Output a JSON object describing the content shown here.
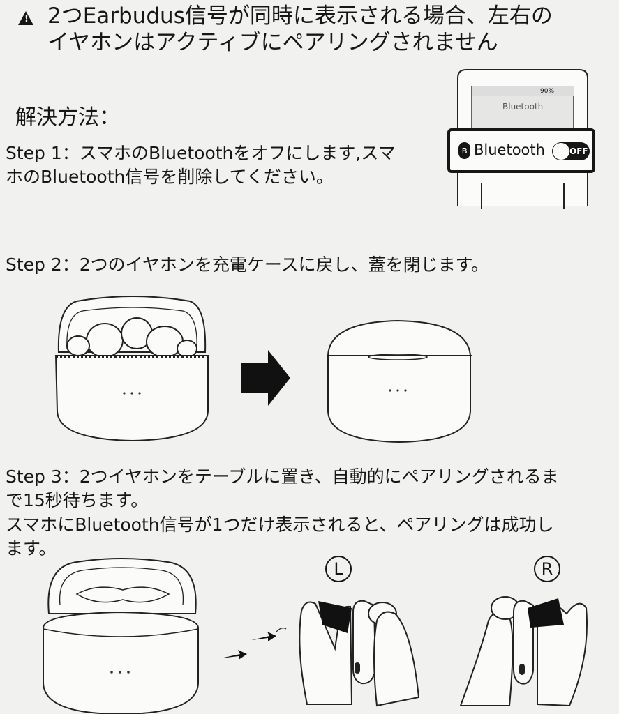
{
  "warning": {
    "line1": "2つEarbudus信号が同時に表示される場合、左右の",
    "line2": "イヤホンはアクティブにペアリングされません"
  },
  "solution_title": "解決方法：",
  "step1": {
    "line1": "Step 1：スマホのBluetoothをオフにします,スマ",
    "line2": "ホのBluetooth信号を削除してください。"
  },
  "phone": {
    "status_battery": "90%",
    "screen_title": "Bluetooth",
    "toggle_label": "Bluetooth",
    "toggle_state": "OFF"
  },
  "step2": {
    "line1": "Step 2：2つのイヤホンを充電ケースに戻し、蓋を閉じます。"
  },
  "step3": {
    "line1": "Step 3：2つイヤホンをテーブルに置き、自動的にペアリングされるま",
    "line2": "で15秒待ちます。",
    "line3": "スマホにBluetooth信号が1つだけ表示されると、ペアリングは成功し",
    "line4": "ます。"
  },
  "labels": {
    "left": "L",
    "right": "R"
  },
  "icons": [
    "warning-icon",
    "bluetooth-icon",
    "arrow-right-icon",
    "motion-arrow-icon"
  ],
  "colors": {
    "ink": "#161616",
    "paper": "#f1f1ef"
  }
}
